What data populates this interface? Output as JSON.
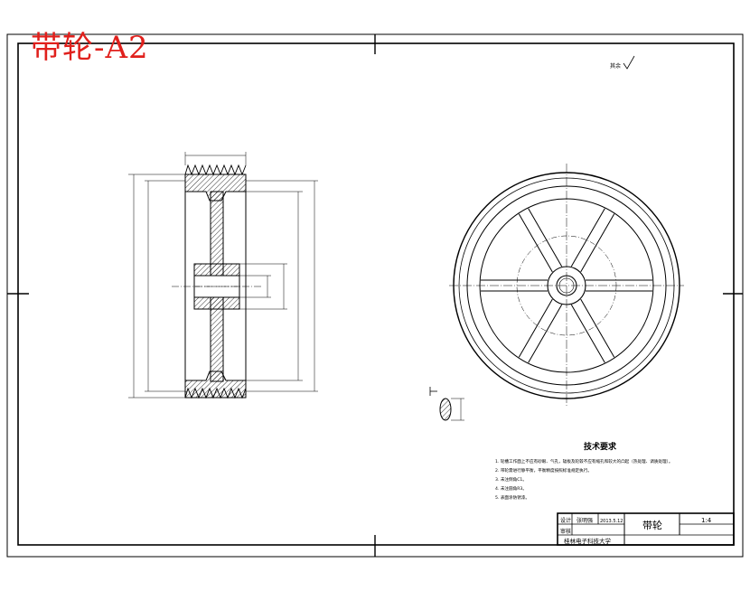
{
  "stamp_title": "带轮-A2",
  "roughness_note": "其余",
  "tech_requirements": {
    "heading": "技术要求",
    "items": [
      "1. 轮槽工作面上不应有砂眼、气孔，辐板及轮毂不应有缩孔和较大的凸起（热处理、调质处理）。",
      "2. 带轮需进行静平衡，平衡精度按照标准规定执行。",
      "3. 未注倒角C1。",
      "4. 未注圆角R3。",
      "5. 表面涂防锈漆。"
    ]
  },
  "title_block": {
    "part_name": "带轮",
    "scale": "1:4",
    "designer": "张明强",
    "date": "2013.5.12",
    "row_label_1": "设计",
    "row_label_2": "审核",
    "school": "桂林电子科技大学"
  },
  "colors": {
    "line": "#000000",
    "stamp": "#e0201c",
    "paper": "#ffffff"
  }
}
